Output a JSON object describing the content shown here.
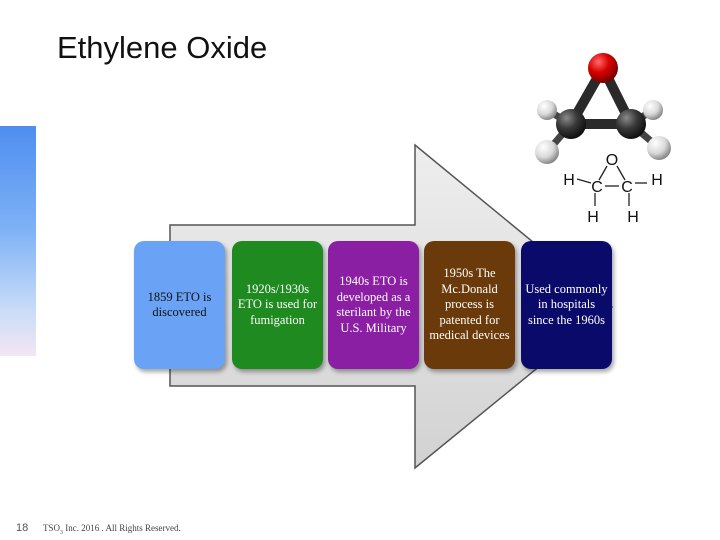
{
  "slide": {
    "title": "Ethylene Oxide",
    "number": "18",
    "footer_prefix": "TSO",
    "footer_subscript": "3",
    "footer_suffix": " Inc. 2016 .  All Rights Reserved."
  },
  "timeline": [
    {
      "text": "1859  ETO is discovered",
      "color": "#6aa3f5"
    },
    {
      "text": "1920s/1930s ETO is used for fumigation",
      "color": "#1f8a1f"
    },
    {
      "text": "1940s ETO is developed as a sterilant by the U.S. Military",
      "color": "#8a1fa3"
    },
    {
      "text": "1950s The Mc.Donald process is patented for medical devices",
      "color": "#6b3a0a"
    },
    {
      "text": "Used commonly in hospitals since the 1960s",
      "color": "#0a0a6b"
    }
  ],
  "structure_formula": {
    "oxygen": "O",
    "carbon_1": "C",
    "carbon_2": "C",
    "hydrogen_left": "H",
    "hydrogen_right": "H",
    "hydrogen_bottom_left": "H",
    "hydrogen_bottom_right": "H"
  },
  "icons": {
    "molecule_model": "ball-and-stick-ethylene-oxide-icon"
  }
}
